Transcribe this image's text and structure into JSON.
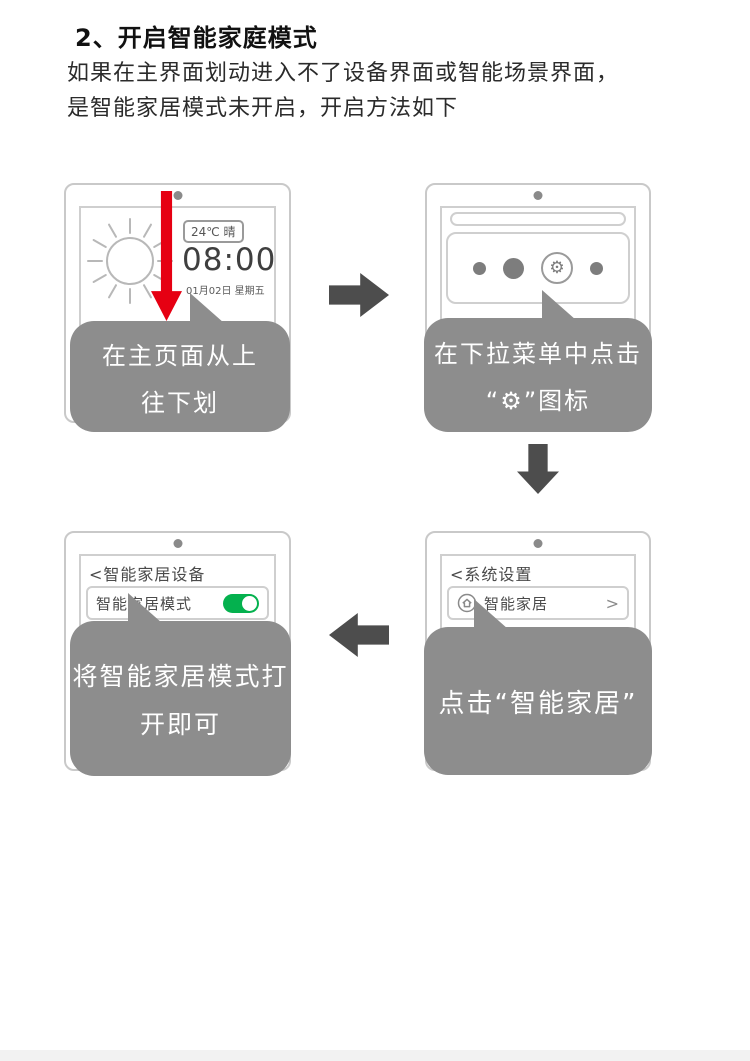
{
  "doc": {
    "heading": "2、开启智能家庭模式",
    "intro_line1": "如果在主界面划动进入不了设备界面或智能场景界面，",
    "intro_line2": "是智能家居模式未开启，开启方法如下"
  },
  "step1": {
    "weather_badge": "24℃ 晴",
    "time": "08:00",
    "date": "01月02日 星期五",
    "bubble_line1": "在主页面从上",
    "bubble_line2": "往下划"
  },
  "step2": {
    "gear_glyph": "⚙",
    "bubble_line1": "在下拉菜单中点击",
    "bubble_line2": "“⚙”图标"
  },
  "step3": {
    "screen_title": "<系统设置",
    "menu_label": "智能家居",
    "chevron": ">",
    "bubble_text": "点击“智能家居”"
  },
  "step4": {
    "screen_title": "<智能家居设备",
    "row_label": "智能家居模式",
    "toggle_state": "on",
    "bubble_line1": "将智能家居模式打",
    "bubble_line2": "开即可"
  },
  "colors": {
    "bubble_gray": "#8d8d8d",
    "flow_arrow_gray": "#4d4d4d",
    "swipe_arrow_red": "#e60012",
    "toggle_green": "#04b14e",
    "device_border": "#c9c9c9"
  }
}
